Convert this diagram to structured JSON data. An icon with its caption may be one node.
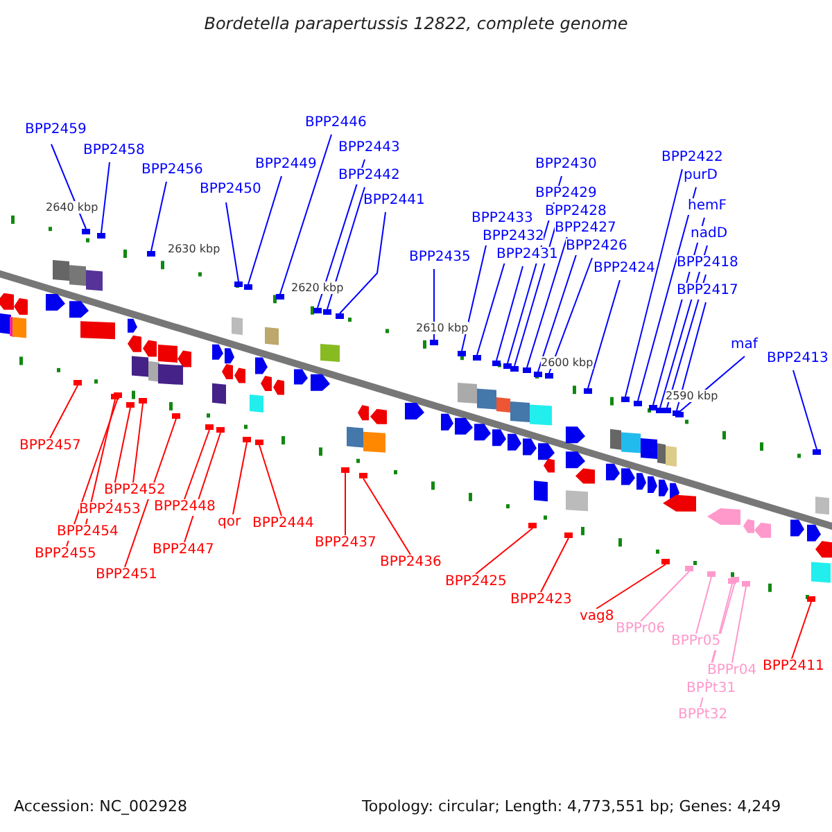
{
  "diagram": {
    "title": "Bordetella parapertussis 12822, complete genome",
    "nodes": [
      {
        "text": [
          "BPP2459"
        ]
      },
      {
        "text": [
          "BPP2458"
        ]
      },
      {
        "text": [
          "BPP2456"
        ]
      },
      {
        "text": [
          "BPP2450"
        ]
      },
      {
        "text": [
          "BPP2449"
        ]
      },
      {
        "text": [
          "BPP2446"
        ]
      },
      {
        "text": [
          "BPP2443"
        ]
      },
      {
        "text": [
          "BPP2442"
        ]
      },
      {
        "text": [
          "BPP2441"
        ]
      },
      {
        "text": [
          "BPP2435"
        ]
      },
      {
        "text": [
          "BPP2433"
        ]
      },
      {
        "text": [
          "BPP2432"
        ]
      },
      {
        "text": [
          "BPP2431"
        ]
      },
      {
        "text": [
          "BPP2430"
        ]
      },
      {
        "text": [
          "BPP2429"
        ]
      },
      {
        "text": [
          "BPP2428"
        ]
      },
      {
        "text": [
          "BPP2427"
        ]
      },
      {
        "text": [
          "BPP2426"
        ]
      },
      {
        "text": [
          "BPP2424"
        ]
      },
      {
        "text": [
          "BPP2422"
        ]
      },
      {
        "text": [
          "purD"
        ]
      },
      {
        "text": [
          "hemF"
        ]
      },
      {
        "text": [
          "nadD"
        ]
      },
      {
        "text": [
          "BPP2418"
        ]
      },
      {
        "text": [
          "BPP2417"
        ]
      },
      {
        "text": [
          "maf"
        ]
      },
      {
        "text": [
          "BPP2413"
        ]
      },
      {
        "text": [
          "BPP2457"
        ]
      },
      {
        "text": [
          "BPP2452"
        ]
      },
      {
        "text": [
          "BPP2453"
        ]
      },
      {
        "text": [
          "BPP2454"
        ]
      },
      {
        "text": [
          "BPP2455"
        ]
      },
      {
        "text": [
          "BPP2451"
        ]
      },
      {
        "text": [
          "BPP2448"
        ]
      },
      {
        "text": [
          "BPP2447"
        ]
      },
      {
        "text": [
          "qor"
        ]
      },
      {
        "text": [
          "BPP2444"
        ]
      },
      {
        "text": [
          "BPP2437"
        ]
      },
      {
        "text": [
          "BPP2436"
        ]
      },
      {
        "text": [
          "BPP2425"
        ]
      },
      {
        "text": [
          "BPP2423"
        ]
      },
      {
        "text": [
          "vag8"
        ]
      },
      {
        "text": [
          "BPPr06"
        ]
      },
      {
        "text": [
          "BPPr05"
        ]
      },
      {
        "text": [
          "BPPr04"
        ]
      },
      {
        "text": [
          "BPPt31"
        ]
      },
      {
        "text": [
          "BPPt32"
        ]
      },
      {
        "text": [
          "BPP2411"
        ]
      },
      {
        "text": [],
        "shape": "box"
      },
      {
        "text": [],
        "shape": "box"
      },
      {
        "text": [],
        "shape": "box"
      },
      {
        "text": [],
        "shape": "box"
      },
      {
        "text": [],
        "shape": "box"
      },
      {
        "text": [],
        "shape": "box"
      },
      {
        "text": [],
        "shape": "box"
      },
      {
        "text": [],
        "shape": "box"
      },
      {
        "text": [],
        "shape": "box"
      },
      {
        "text": [],
        "shape": "box"
      },
      {
        "text": [],
        "shape": "box"
      },
      {
        "text": [],
        "shape": "box"
      },
      {
        "text": [],
        "shape": "box"
      },
      {
        "text": [],
        "shape": "box"
      },
      {
        "text": [],
        "shape": "box"
      },
      {
        "text": [],
        "shape": "box"
      },
      {
        "text": [],
        "shape": "box"
      },
      {
        "text": [],
        "shape": "box"
      },
      {
        "text": [],
        "shape": "box"
      },
      {
        "text": [],
        "shape": "box"
      },
      {
        "text": [],
        "shape": "box"
      },
      {
        "text": [],
        "shape": "box"
      },
      {
        "text": [],
        "shape": "box"
      },
      {
        "text": [],
        "shape": "box"
      },
      {
        "text": [],
        "shape": "box"
      },
      {
        "text": [],
        "shape": "box"
      },
      {
        "text": [],
        "shape": "box"
      },
      {
        "text": [],
        "shape": "box"
      },
      {
        "text": [],
        "shape": "box"
      },
      {
        "text": [],
        "shape": "box"
      },
      {
        "text": [],
        "shape": "box"
      },
      {
        "text": [],
        "shape": "box"
      },
      {
        "text": [],
        "shape": "box"
      },
      {
        "text": [],
        "shape": "box"
      },
      {
        "text": [],
        "shape": "box"
      },
      {
        "text": [],
        "shape": "box"
      },
      {
        "text": [],
        "shape": "box"
      },
      {
        "text": [],
        "shape": "box"
      },
      {
        "text": [],
        "shape": "box"
      },
      {
        "text": [],
        "shape": "box"
      },
      {
        "text": [],
        "shape": "box"
      },
      {
        "text": [],
        "shape": "box"
      },
      {
        "text": [],
        "shape": "box"
      },
      {
        "text": [],
        "shape": "box"
      },
      {
        "text": [],
        "shape": "box"
      },
      {
        "text": [],
        "shape": "box"
      },
      {
        "text": [],
        "shape": "box"
      },
      {
        "text": [],
        "shape": "box"
      }
    ],
    "edges": [
      {
        "from": 0,
        "to": 48,
        "arrow": "none"
      },
      {
        "from": 1,
        "to": 49,
        "arrow": "none"
      },
      {
        "from": 2,
        "to": 50,
        "arrow": "none"
      },
      {
        "from": 3,
        "to": 51,
        "arrow": "none"
      },
      {
        "from": 4,
        "to": 52,
        "arrow": "none"
      },
      {
        "from": 5,
        "to": 53,
        "arrow": "none"
      },
      {
        "from": 6,
        "to": 54,
        "arrow": "none"
      },
      {
        "from": 7,
        "to": 55,
        "arrow": "none"
      },
      {
        "from": 8,
        "to": 56,
        "arrow": "none"
      },
      {
        "from": 9,
        "to": 57,
        "arrow": "none"
      },
      {
        "from": 10,
        "to": 58,
        "arrow": "none"
      },
      {
        "from": 11,
        "to": 59,
        "arrow": "none"
      },
      {
        "from": 12,
        "to": 60,
        "arrow": "none"
      },
      {
        "from": 13,
        "to": 61,
        "arrow": "none"
      },
      {
        "from": 14,
        "to": 62,
        "arrow": "none"
      },
      {
        "from": 15,
        "to": 63,
        "arrow": "none"
      },
      {
        "from": 16,
        "to": 64,
        "arrow": "none"
      },
      {
        "from": 17,
        "to": 65,
        "arrow": "none"
      },
      {
        "from": 18,
        "to": 66,
        "arrow": "none"
      },
      {
        "from": 19,
        "to": 67,
        "arrow": "none"
      },
      {
        "from": 20,
        "to": 68,
        "arrow": "none"
      },
      {
        "from": 21,
        "to": 69,
        "arrow": "none"
      },
      {
        "from": 22,
        "to": 70,
        "arrow": "none"
      },
      {
        "from": 23,
        "to": 71,
        "arrow": "none"
      },
      {
        "from": 24,
        "to": 72,
        "arrow": "none"
      },
      {
        "from": 25,
        "to": 73,
        "arrow": "none"
      },
      {
        "from": 26,
        "to": 74,
        "arrow": "none"
      },
      {
        "from": 27,
        "to": 75,
        "arrow": "none",
        "color": "#ff0000"
      },
      {
        "from": 28,
        "to": 76,
        "arrow": "none",
        "color": "#ff0000"
      },
      {
        "from": 29,
        "to": 77,
        "arrow": "none",
        "color": "#ff0000"
      },
      {
        "from": 30,
        "to": 78,
        "arrow": "none",
        "color": "#ff0000"
      },
      {
        "from": 31,
        "to": 79,
        "arrow": "none",
        "color": "#ff0000"
      },
      {
        "from": 32,
        "to": 80,
        "arrow": "none",
        "color": "#ff0000"
      },
      {
        "from": 33,
        "to": 81,
        "arrow": "none",
        "color": "#ff0000"
      },
      {
        "from": 34,
        "to": 82,
        "arrow": "none",
        "color": "#ff0000"
      },
      {
        "from": 35,
        "to": 83,
        "arrow": "none",
        "color": "#ff0000"
      },
      {
        "from": 36,
        "to": 84,
        "arrow": "none",
        "color": "#ff0000"
      },
      {
        "from": 37,
        "to": 85,
        "arrow": "none",
        "color": "#ff0000"
      },
      {
        "from": 38,
        "to": 86,
        "arrow": "none",
        "color": "#ff0000"
      },
      {
        "from": 39,
        "to": 87,
        "arrow": "none",
        "color": "#ff0000"
      },
      {
        "from": 40,
        "to": 88,
        "arrow": "none",
        "color": "#ff0000"
      },
      {
        "from": 41,
        "to": 89,
        "arrow": "none",
        "color": "#ff0000"
      },
      {
        "from": 42,
        "to": 90,
        "arrow": "none",
        "color": "#ff99cc"
      },
      {
        "from": 43,
        "to": 91,
        "arrow": "none",
        "color": "#ff99cc"
      },
      {
        "from": 44,
        "to": 92,
        "arrow": "none",
        "color": "#ff99cc"
      },
      {
        "from": 45,
        "to": 93,
        "arrow": "none",
        "color": "#ff99cc"
      },
      {
        "from": 46,
        "to": 94,
        "arrow": "none",
        "color": "#ff99cc"
      },
      {
        "from": 47,
        "to": 95,
        "arrow": "none",
        "color": "#ff0000"
      }
    ],
    "labels": [
      "2640 kbp",
      "2630 kbp",
      "2620 kbp",
      "2610 kbp",
      "2600 kbp",
      "2590 kbp",
      "Accession: NC_002928",
      "Topology: circular; Length: 4,773,551 bp; Genes: 4,249"
    ]
  }
}
